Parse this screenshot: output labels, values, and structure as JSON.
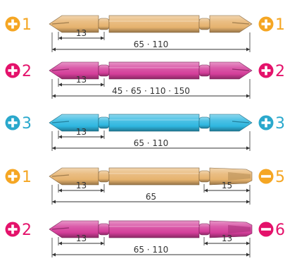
{
  "colors": {
    "orange": "#F5A623",
    "magenta": "#E4126B",
    "cyan": "#2AA8CC",
    "gold_body": "#E6B36E",
    "pink_body": "#D43E9A",
    "blue_body": "#2FB7E0",
    "dim_line": "#333333"
  },
  "rows": [
    {
      "left_badge": {
        "symbol": "cross",
        "number": "1",
        "color": "orange"
      },
      "right_badge": {
        "symbol": "cross",
        "number": "1",
        "color": "orange"
      },
      "bit_color": "gold_body",
      "left_tip": "phillips",
      "right_tip": "phillips",
      "dims": {
        "tip_left": "13",
        "tip_right": "",
        "length": "65 · 110"
      }
    },
    {
      "left_badge": {
        "symbol": "cross",
        "number": "2",
        "color": "magenta"
      },
      "right_badge": {
        "symbol": "cross",
        "number": "2",
        "color": "magenta"
      },
      "bit_color": "pink_body",
      "left_tip": "phillips",
      "right_tip": "phillips",
      "dims": {
        "tip_left": "13",
        "tip_right": "",
        "length": "45 · 65 · 110 · 150"
      }
    },
    {
      "left_badge": {
        "symbol": "cross",
        "number": "3",
        "color": "cyan"
      },
      "right_badge": {
        "symbol": "cross",
        "number": "3",
        "color": "cyan"
      },
      "bit_color": "blue_body",
      "left_tip": "phillips",
      "right_tip": "phillips",
      "dims": {
        "tip_left": "13",
        "tip_right": "",
        "length": "65 · 110"
      }
    },
    {
      "left_badge": {
        "symbol": "cross",
        "number": "1",
        "color": "orange"
      },
      "right_badge": {
        "symbol": "minus",
        "number": "5",
        "color": "orange"
      },
      "bit_color": "gold_body",
      "left_tip": "phillips",
      "right_tip": "slotted",
      "dims": {
        "tip_left": "13",
        "tip_right": "15",
        "length": "65"
      }
    },
    {
      "left_badge": {
        "symbol": "cross",
        "number": "2",
        "color": "magenta"
      },
      "right_badge": {
        "symbol": "minus",
        "number": "6",
        "color": "magenta"
      },
      "bit_color": "pink_body",
      "left_tip": "phillips",
      "right_tip": "slotted",
      "dims": {
        "tip_left": "13",
        "tip_right": "13",
        "length": "65 · 110"
      }
    }
  ]
}
